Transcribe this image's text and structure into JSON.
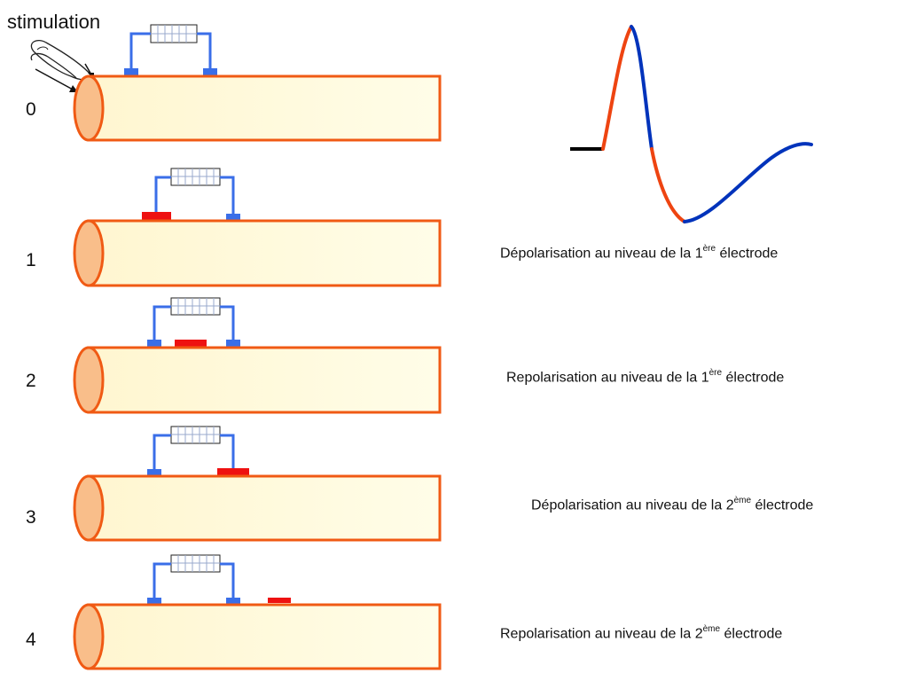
{
  "stimulation_label": "stimulation",
  "colors": {
    "tube_fill_left": "#fff6d0",
    "tube_fill_right": "#fffde8",
    "tube_border": "#f05a14",
    "tube_end": "#f9be8a",
    "wire": "#3a6ee8",
    "electrode": "#3a6ee8",
    "active_zone": "#ee1111",
    "waveform_depol": "#ee4411",
    "waveform_repol": "#0033bb",
    "baseline": "#000000"
  },
  "rows": [
    {
      "step": "0",
      "caption": {
        "text": "",
        "superscript": "",
        "suffix": ""
      }
    },
    {
      "step": "1",
      "caption": {
        "text": "Dépolarisation au niveau de la 1",
        "superscript": "ère",
        "suffix": " électrode"
      }
    },
    {
      "step": "2",
      "caption": {
        "text": "Repolarisation au niveau de la 1",
        "superscript": "ère",
        "suffix": " électrode"
      }
    },
    {
      "step": "3",
      "caption": {
        "text": "Dépolarisation au niveau de la 2",
        "superscript": "ème",
        "suffix": "  électrode"
      }
    },
    {
      "step": "4",
      "caption": {
        "text": "Repolarisation au niveau de la 2",
        "superscript": "ème",
        "suffix": "  électrode"
      }
    }
  ]
}
